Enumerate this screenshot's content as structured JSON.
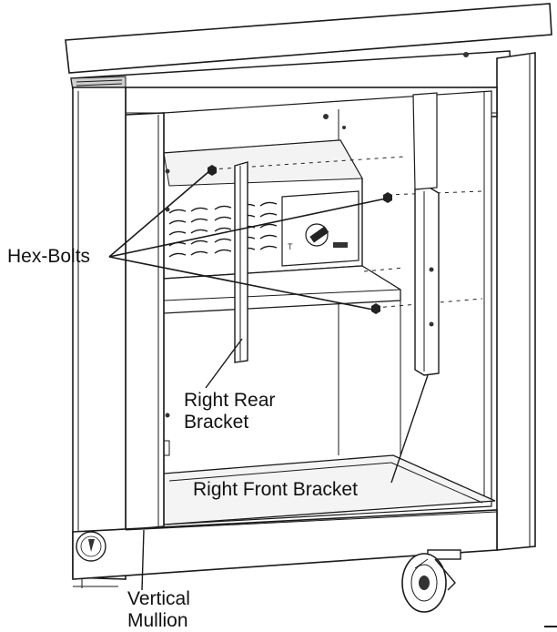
{
  "labels": {
    "hex_bolts": "Hex-Bolts",
    "right_rear_bracket": [
      "Right Rear",
      "Bracket"
    ],
    "right_front_bracket": "Right Front Bracket",
    "vertical_mullion": [
      "Vertical",
      "Mullion"
    ]
  },
  "colors": {
    "line": "#1a1a1a",
    "panel_shade": "#e6e6e6",
    "background": "#ffffff"
  }
}
